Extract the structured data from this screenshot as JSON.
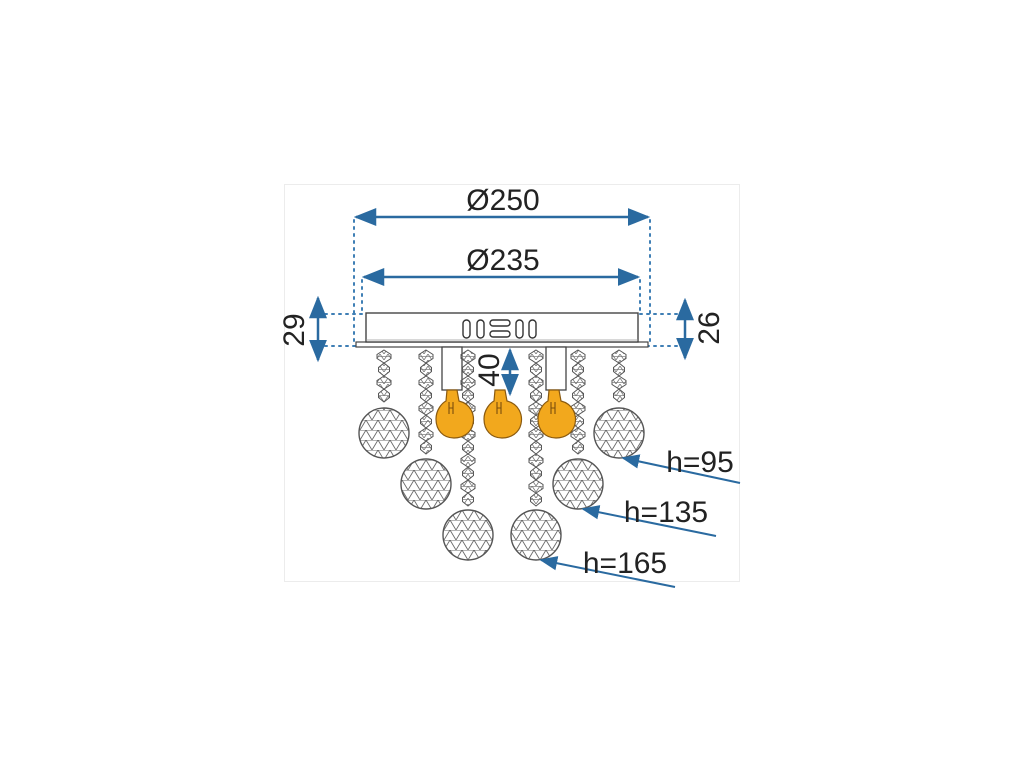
{
  "dimensions": {
    "outer_diameter": "Ø250",
    "inner_diameter": "Ø235",
    "left_height": "29",
    "right_height": "26",
    "socket_height": "40"
  },
  "drops": {
    "short": "h=95",
    "medium": "h=135",
    "long": "h=165"
  },
  "colors": {
    "dimension_line": "#2a6aa0",
    "guide_dots": "#3f7fb5",
    "bulb": "#f2a81d",
    "bulb_outline": "#8a5a10",
    "crystal_outline": "#555555"
  }
}
